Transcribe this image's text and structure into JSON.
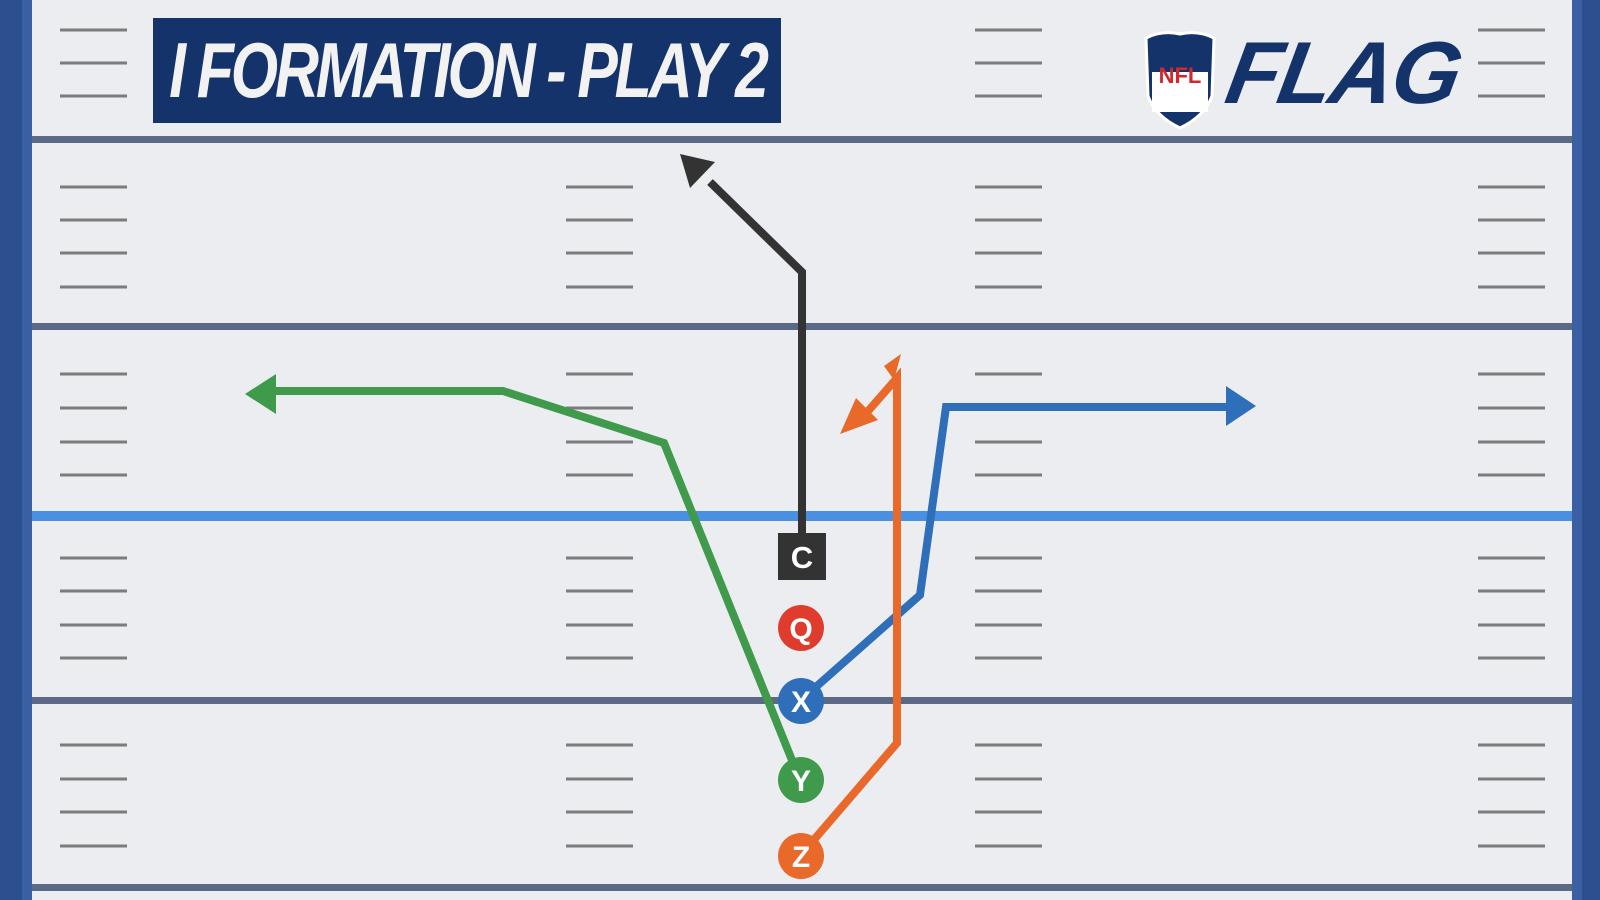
{
  "title": "I FORMATION - PLAY 2",
  "logo": {
    "league": "NFL",
    "brand": "FLAG"
  },
  "colors": {
    "frame": "#2c4f8f",
    "field": "#ecedf0",
    "yard_line": "#5a6a86",
    "hash": "#7c7c7c",
    "line_of_scrimmage": "#4a90e2",
    "banner": "#15336b",
    "center": "#333333",
    "quarterback": "#e03c2e",
    "x_receiver": "#2f6fba",
    "y_receiver": "#3f9a4c",
    "z_receiver": "#e8692a"
  },
  "players": [
    {
      "id": "C",
      "role": "center",
      "shape": "square",
      "color": "#333333"
    },
    {
      "id": "Q",
      "role": "quarterback",
      "shape": "circle",
      "color": "#e03c2e"
    },
    {
      "id": "X",
      "role": "x_receiver",
      "shape": "circle",
      "color": "#2f6fba"
    },
    {
      "id": "Y",
      "role": "y_receiver",
      "shape": "circle",
      "color": "#3f9a4c"
    },
    {
      "id": "Z",
      "role": "z_receiver",
      "shape": "circle",
      "color": "#e8692a"
    }
  ],
  "routes": [
    {
      "player": "C",
      "description": "straight upfield then angle left deep",
      "color": "#333333"
    },
    {
      "player": "X",
      "description": "diagonal right, up, then break right",
      "color": "#2f6fba"
    },
    {
      "player": "Y",
      "description": "upfield diagonal then break left",
      "color": "#3f9a4c"
    },
    {
      "player": "Z",
      "description": "diagonal right, straight up, then curl back left",
      "color": "#e8692a"
    }
  ]
}
